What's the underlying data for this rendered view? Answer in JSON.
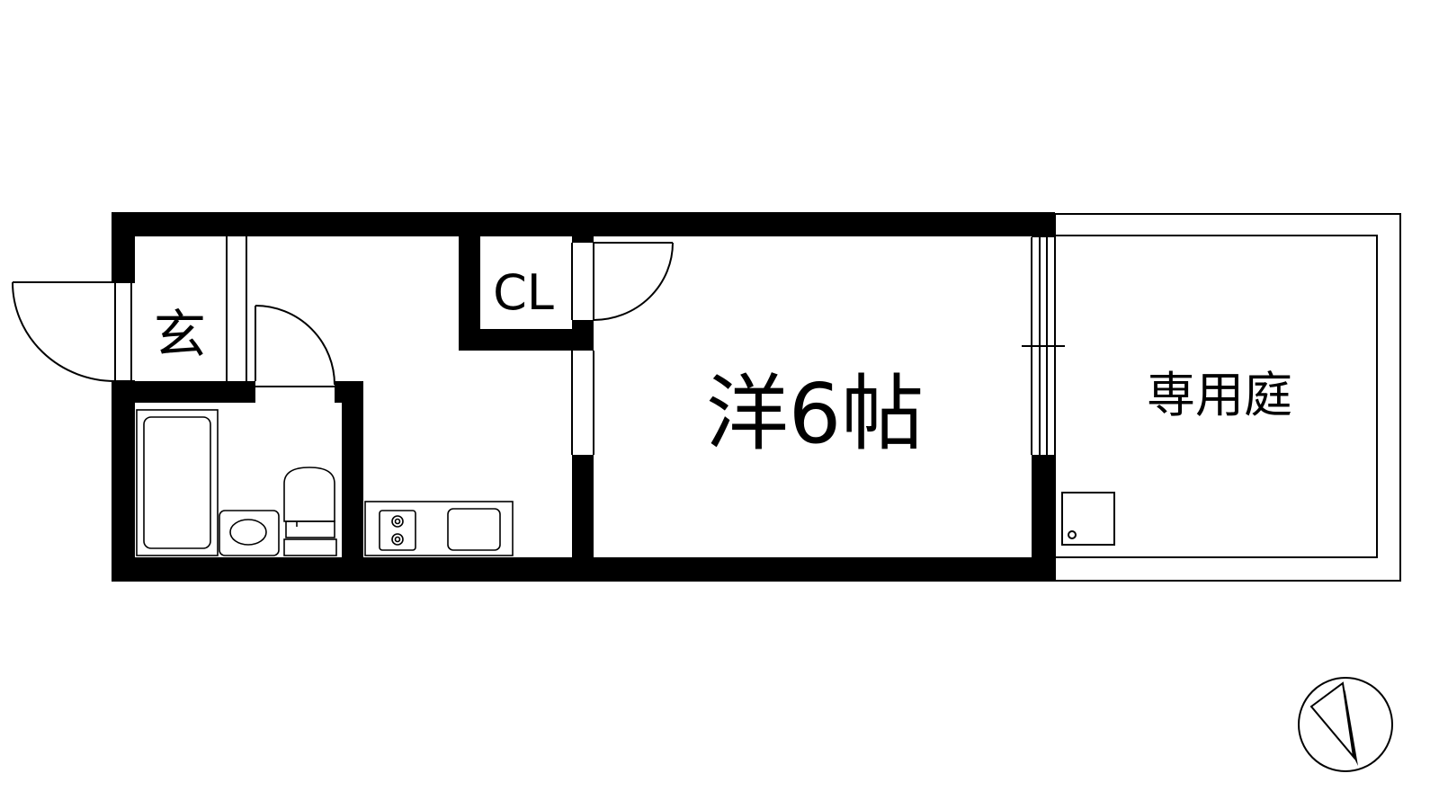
{
  "rooms": {
    "entrance": "玄",
    "closet": "CL",
    "western_room": "洋6帖",
    "private_garden": "専用庭"
  },
  "colors": {
    "wall": "#000000",
    "line": "#000000",
    "background": "#ffffff"
  },
  "icons": [
    "compass-icon",
    "bathtub-icon",
    "toilet-icon",
    "washbasin-icon",
    "stove-icon",
    "sink-icon",
    "outdoor-unit-icon"
  ]
}
